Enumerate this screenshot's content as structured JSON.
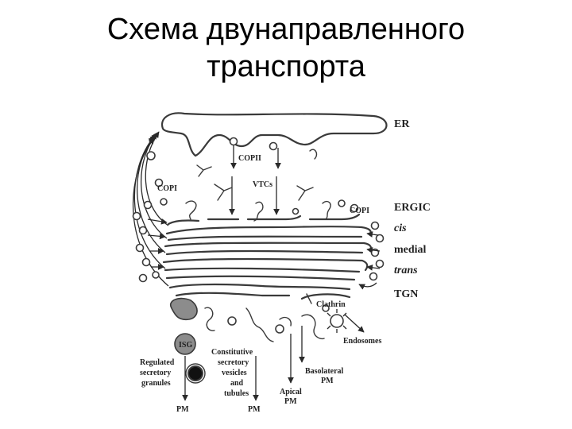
{
  "slide": {
    "title_line1": "Схема двунаправленного",
    "title_line2": "транспорта"
  },
  "diagram": {
    "compartments": {
      "er": "ER",
      "ergic": "ERGIC",
      "cis": "cis",
      "medial": "medial",
      "trans": "trans",
      "tgn": "TGN"
    },
    "annotations": {
      "copii": "COPII",
      "vtcs": "VTCs",
      "copi_left": "COPI",
      "copi_right": "COPI",
      "clathrin": "Clathrin",
      "endosomes": "Endosomes",
      "isg": "ISG"
    },
    "pathways": {
      "regulated_line1": "Regulated",
      "regulated_line2": "secretory",
      "regulated_line3": "granules",
      "constitutive_line1": "Constitutive",
      "constitutive_line2": "secretory",
      "constitutive_line3": "vesicles",
      "constitutive_line4": "and",
      "constitutive_line5": "tubules",
      "apical_line1": "Apical",
      "apical_line2": "PM",
      "basolateral_line1": "Basolateral",
      "basolateral_line2": "PM",
      "pm_left": "PM",
      "pm_middle": "PM"
    },
    "colors": {
      "stroke": "#3a3a3a",
      "isg_fill": "#8c8c8c",
      "granule_fill": "#111111"
    }
  }
}
